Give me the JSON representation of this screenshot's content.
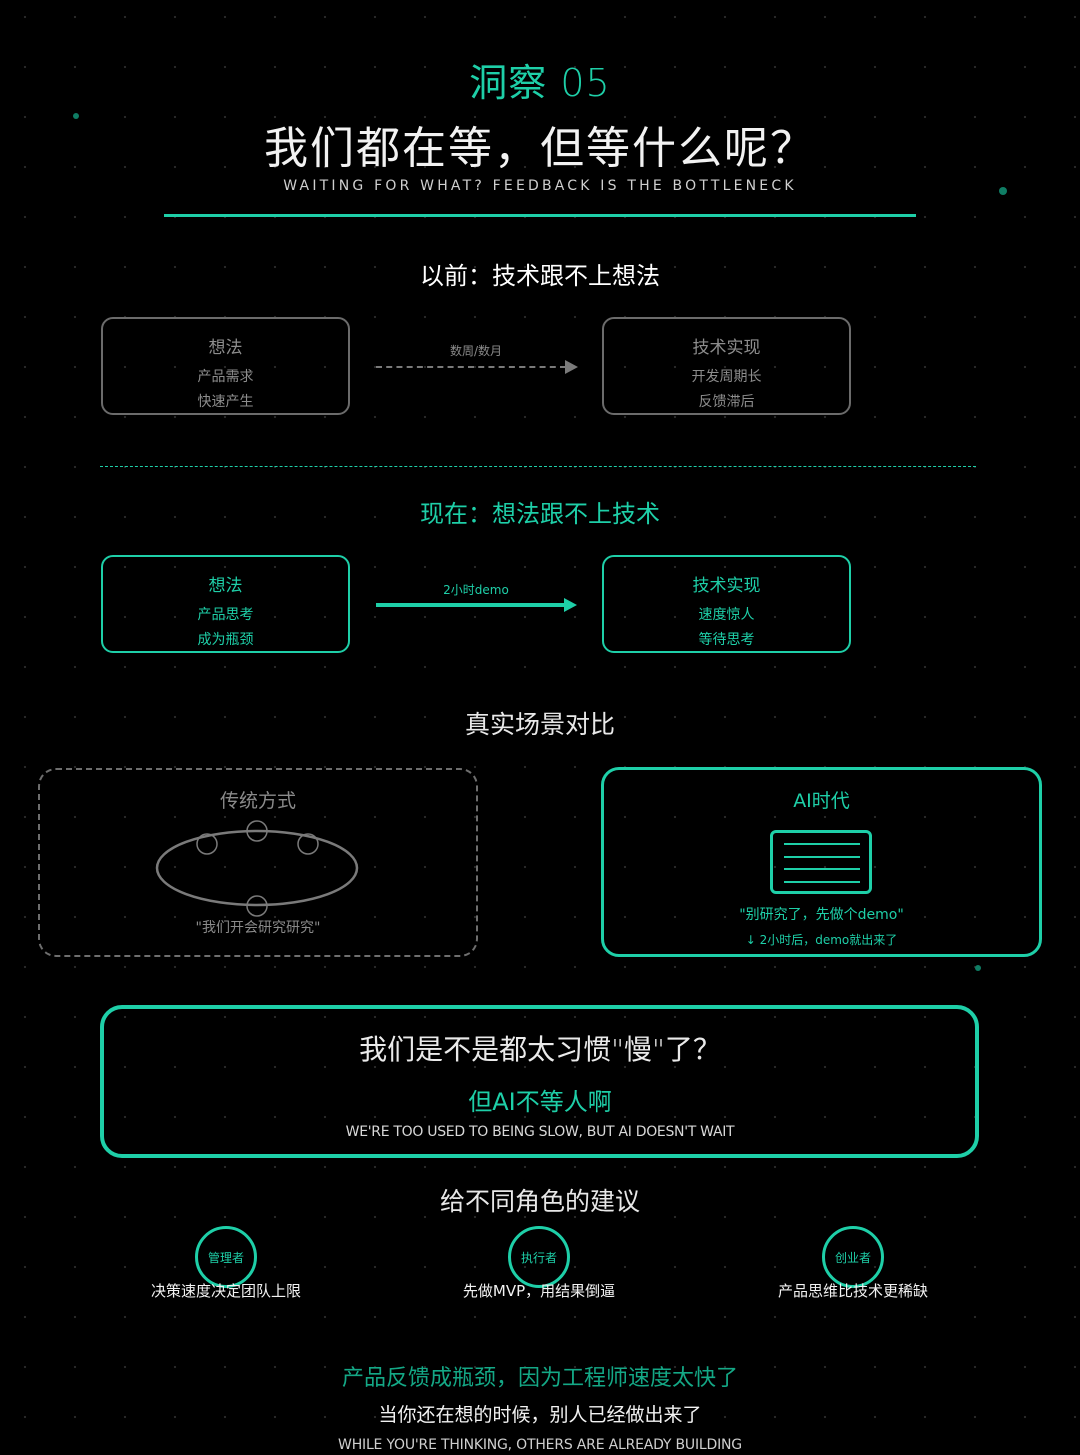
{
  "colors": {
    "accent": "#1ecfa8",
    "muted": "#8a8a8a",
    "background": "#000000",
    "text": "#ffffff"
  },
  "header": {
    "insight_label": "洞察 05",
    "title": "我们都在等，但等什么呢？",
    "subtitle": "WAITING FOR WHAT? FEEDBACK IS THE BOTTLENECK"
  },
  "before": {
    "heading": "以前：技术跟不上想法",
    "left_box": {
      "title": "想法",
      "lines": [
        "产品需求",
        "快速产生"
      ]
    },
    "arrow": {
      "label": "数周/数月",
      "style": "dashed"
    },
    "right_box": {
      "title": "技术实现",
      "lines": [
        "开发周期长",
        "反馈滞后"
      ]
    }
  },
  "now": {
    "heading": "现在：想法跟不上技术",
    "left_box": {
      "title": "想法",
      "lines": [
        "产品思考",
        "成为瓶颈"
      ]
    },
    "arrow": {
      "label": "2小时demo",
      "style": "solid"
    },
    "right_box": {
      "title": "技术实现",
      "lines": [
        "速度惊人",
        "等待思考"
      ]
    }
  },
  "scenes": {
    "heading": "真实场景对比",
    "traditional": {
      "title": "传统方式",
      "icon": "meeting-table-icon",
      "caption": "\"我们开会研究研究\""
    },
    "ai": {
      "title": "AI时代",
      "icon": "document-icon",
      "quote": "\"别研究了，先做个demo\"",
      "result": "↓ 2小时后，demo就出来了"
    }
  },
  "callout": {
    "question": "我们是不是都太习惯\"慢\"了？",
    "answer": "但AI不等人啊",
    "english": "WE'RE TOO USED TO BEING SLOW, BUT AI DOESN'T WAIT"
  },
  "advice": {
    "heading": "给不同角色的建议",
    "roles": [
      {
        "role": "管理者",
        "advice": "决策速度决定团队上限"
      },
      {
        "role": "执行者",
        "advice": "先做MVP，用结果倒逼"
      },
      {
        "role": "创业者",
        "advice": "产品思维比技术更稀缺"
      }
    ]
  },
  "footer": {
    "line1": "产品反馈成瓶颈，因为工程师速度太快了",
    "line2": "当你还在想的时候，别人已经做出来了",
    "line3": "WHILE YOU'RE THINKING, OTHERS ARE ALREADY BUILDING"
  }
}
